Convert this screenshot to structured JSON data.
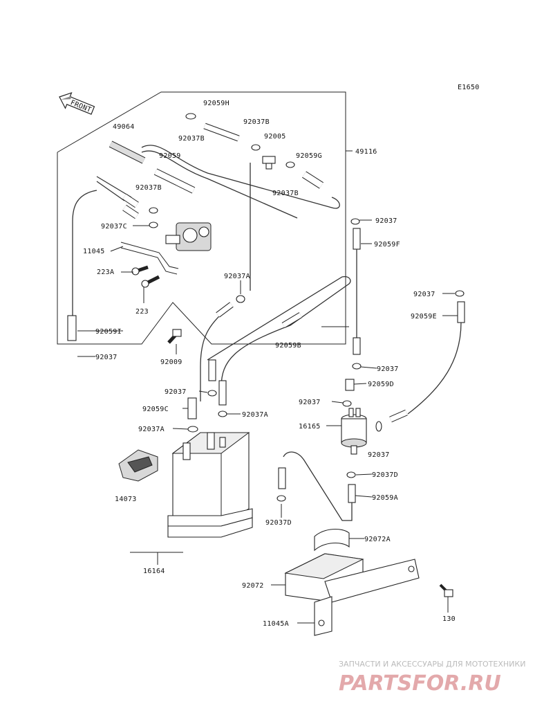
{
  "diagram_code": "E1650",
  "front_label": "FRONT",
  "labels": {
    "p92059H": "92059H",
    "p49064": "49064",
    "p92037B_a": "92037B",
    "p92037B_b": "92037B",
    "p92005": "92005",
    "p92059": "92059",
    "p92059G": "92059G",
    "p49116": "49116",
    "p92037B_c": "92037B",
    "p92037B_d": "92037B",
    "p92037C": "92037C",
    "p11045": "11045",
    "p223A": "223A",
    "p223": "223",
    "p92059I": "92059I",
    "p92037_a": "92037",
    "p92037A_a": "92037A",
    "p92037_b": "92037",
    "p92059F": "92059F",
    "p92037_c": "92037",
    "p92059E": "92059E",
    "p92009": "92009",
    "p92059B": "92059B",
    "p92037_d": "92037",
    "p92037_e": "92037",
    "p92059D": "92059D",
    "p92059C": "92059C",
    "p92037A_b": "92037A",
    "p92037_f": "92037",
    "p16165": "16165",
    "p92037A_c": "92037A",
    "p92037_g": "92037",
    "p14073": "14073",
    "p92037D_a": "92037D",
    "p92059A": "92059A",
    "p92037D_b": "92037D",
    "p92072A": "92072A",
    "p16164": "16164",
    "p92072": "92072",
    "p130": "130",
    "p11045A": "11045A"
  },
  "watermark": {
    "tagline": "ЗАПЧАСТИ И АКСЕССУАРЫ ДЛЯ МОТОТЕХНИКИ",
    "brand": "PARTSFOR.RU"
  }
}
